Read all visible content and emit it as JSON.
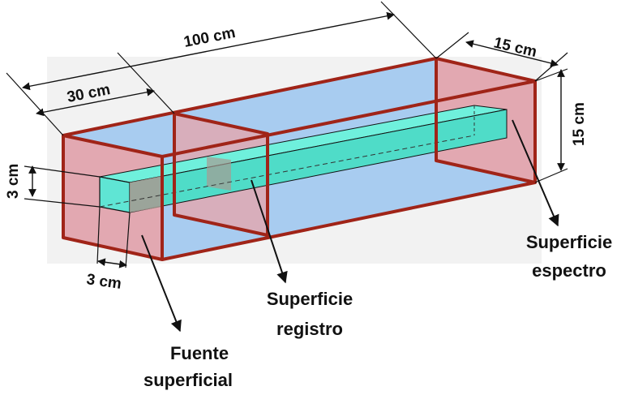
{
  "dimensions": {
    "total_length": "100 cm",
    "section_length": "30 cm",
    "box_width": "15 cm",
    "box_height": "15 cm",
    "bar_height": "3 cm",
    "bar_width": "3 cm"
  },
  "labels": {
    "source": {
      "line1": "Fuente",
      "line2": "superficial"
    },
    "record": {
      "line1": "Superficie",
      "line2": "registro"
    },
    "spectrum": {
      "line1": "Superficie",
      "line2": "espectro"
    }
  },
  "colors": {
    "duct": "#a8ccf0",
    "end_panel": "#e8a4aa",
    "frame": "#a02418",
    "bar": "#5fe5d4",
    "bar_end": "#a89a92",
    "line": "#111111"
  }
}
